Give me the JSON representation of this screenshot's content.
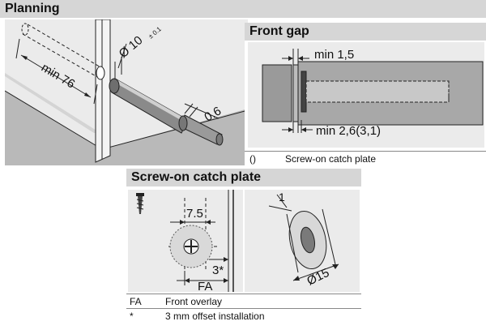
{
  "planning": {
    "title": "Planning",
    "dim_depth": "min 76",
    "dim_diameter": "Ø 10",
    "dim_diameter_tol": "± 0.1",
    "dim_thickness": "0.6"
  },
  "front_gap": {
    "title": "Front gap",
    "dim_min_top": "min 1,5",
    "dim_min_bottom": "min 2,6(3,1)",
    "legend": [
      {
        "key": "()",
        "value": "Screw-on catch plate"
      }
    ]
  },
  "catch_plate": {
    "title": "Screw-on catch plate",
    "dim_7_5": "7.5",
    "dim_3": "3*",
    "dim_fa": "FA",
    "dim_1": "1",
    "dim_diameter": "Ø15",
    "legend": [
      {
        "key": "FA",
        "value": "Front overlay"
      },
      {
        "key": "*",
        "value": "3 mm offset installation"
      }
    ]
  },
  "colors": {
    "header_bg": "#d6d6d6",
    "drawing_bg": "#ebebeb",
    "line": "#222222"
  }
}
